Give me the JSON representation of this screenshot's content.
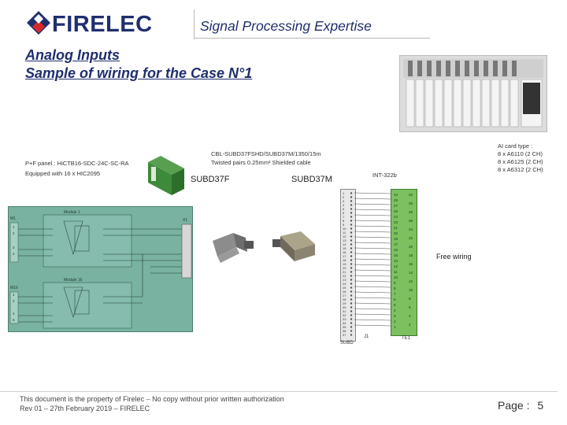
{
  "header": {
    "logo_text": "FIRELEC",
    "tagline": "Signal Processing Expertise"
  },
  "slide": {
    "title_line1": "Analog Inputs",
    "title_line2": "Sample of wiring for the Case N°1"
  },
  "notes": {
    "panel_label": "P+F panel : HiCTB16-SDC-24C-SC-RA",
    "equipped": "Equipped with 16 x HIC2095",
    "cable_line1": "CBL-SUBD37FSHD/SUBD37M/1350/15m",
    "cable_line2": "Twisted pairs 0.25mm² Shielded cable",
    "connector_left": "SUBD37F",
    "connector_right": "SUBD37M",
    "int_label": "INT-322b",
    "free_wiring": "Free wiring",
    "ai_card_title": "AI card type :",
    "ai_card_1": "8 x A6110 (2 CH)",
    "ai_card_2": "8 x A6125 (2 CH)",
    "ai_card_3": "8 x A6312 (2 CH)"
  },
  "diagram": {
    "module_top": "Module 1",
    "module_bottom": "Module 16",
    "m1": "M1",
    "m16": "M16",
    "x1": "X1",
    "j1": "J1",
    "te1": "TE1",
    "subd": "SUBD",
    "left_terminals": [
      "1",
      "2",
      "3",
      "4",
      "5"
    ],
    "j_numbers": [
      "1",
      "2",
      "3",
      "4",
      "5",
      "6",
      "7",
      "8",
      "9",
      "10",
      "11",
      "12",
      "13",
      "14",
      "15",
      "16",
      "17",
      "18",
      "19",
      "20",
      "21",
      "22",
      "23",
      "24",
      "25",
      "26",
      "27",
      "28",
      "29",
      "30",
      "31",
      "32",
      "33",
      "34",
      "35",
      "36",
      "37"
    ],
    "te_left": [
      "34",
      "25",
      "27",
      "26",
      "24",
      "23",
      "21",
      "20",
      "19",
      "17",
      "16",
      "15",
      "13",
      "12",
      "11",
      "10",
      "9",
      "8",
      "7",
      "6",
      "5",
      "4",
      "3",
      "2",
      "1"
    ],
    "te_right": [
      "32",
      "30",
      "28",
      "26",
      "24",
      "22",
      "20",
      "18",
      "16",
      "14",
      "12",
      "10",
      "8",
      "6",
      "4",
      "2"
    ]
  },
  "footer": {
    "line1": "This document is the property of Firelec – No copy without prior written authorization",
    "line2": "Rev 01 – 27th February 2019 – FIRELEC",
    "page_label": "Page :",
    "page_number": "5"
  },
  "colors": {
    "brand_blue": "#1f2f6e",
    "brand_red": "#d42a2a",
    "panel_green": "#79b2a0",
    "terminal_green": "#7cc060"
  }
}
